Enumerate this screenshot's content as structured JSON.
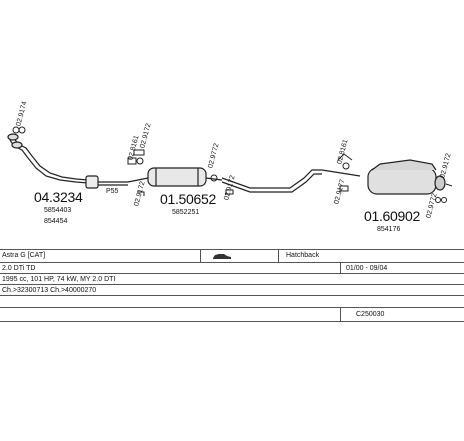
{
  "parts": {
    "front_pipe": {
      "number": "04.3234",
      "ref1": "5854403",
      "ref2": "854454"
    },
    "middle_silencer": {
      "number": "01.50652",
      "ref": "5852251"
    },
    "rear_silencer": {
      "number": "01.60902",
      "ref": "854176"
    },
    "flange_marker": "P55"
  },
  "fittings": {
    "f1": "02.9174",
    "f2": "02.9172",
    "f3": "02.8161",
    "f4": "02.9172",
    "f5": "02.9772",
    "f6": "02.9172",
    "f7": "02.8161",
    "f8": "02.9172",
    "f9": "02.9177",
    "f10": "02.9772"
  },
  "info": {
    "model": "Astra G  [CAT]",
    "body_type": "Hatchback",
    "engine": "2.0 DTi TD",
    "years": "01/00 - 09/04",
    "specs": "1995 cc, 101 HP, 74 kW, MY 2.0 DTI",
    "chassis": "Ch.>32300713  Ch.>40000270",
    "code": "C250030"
  }
}
